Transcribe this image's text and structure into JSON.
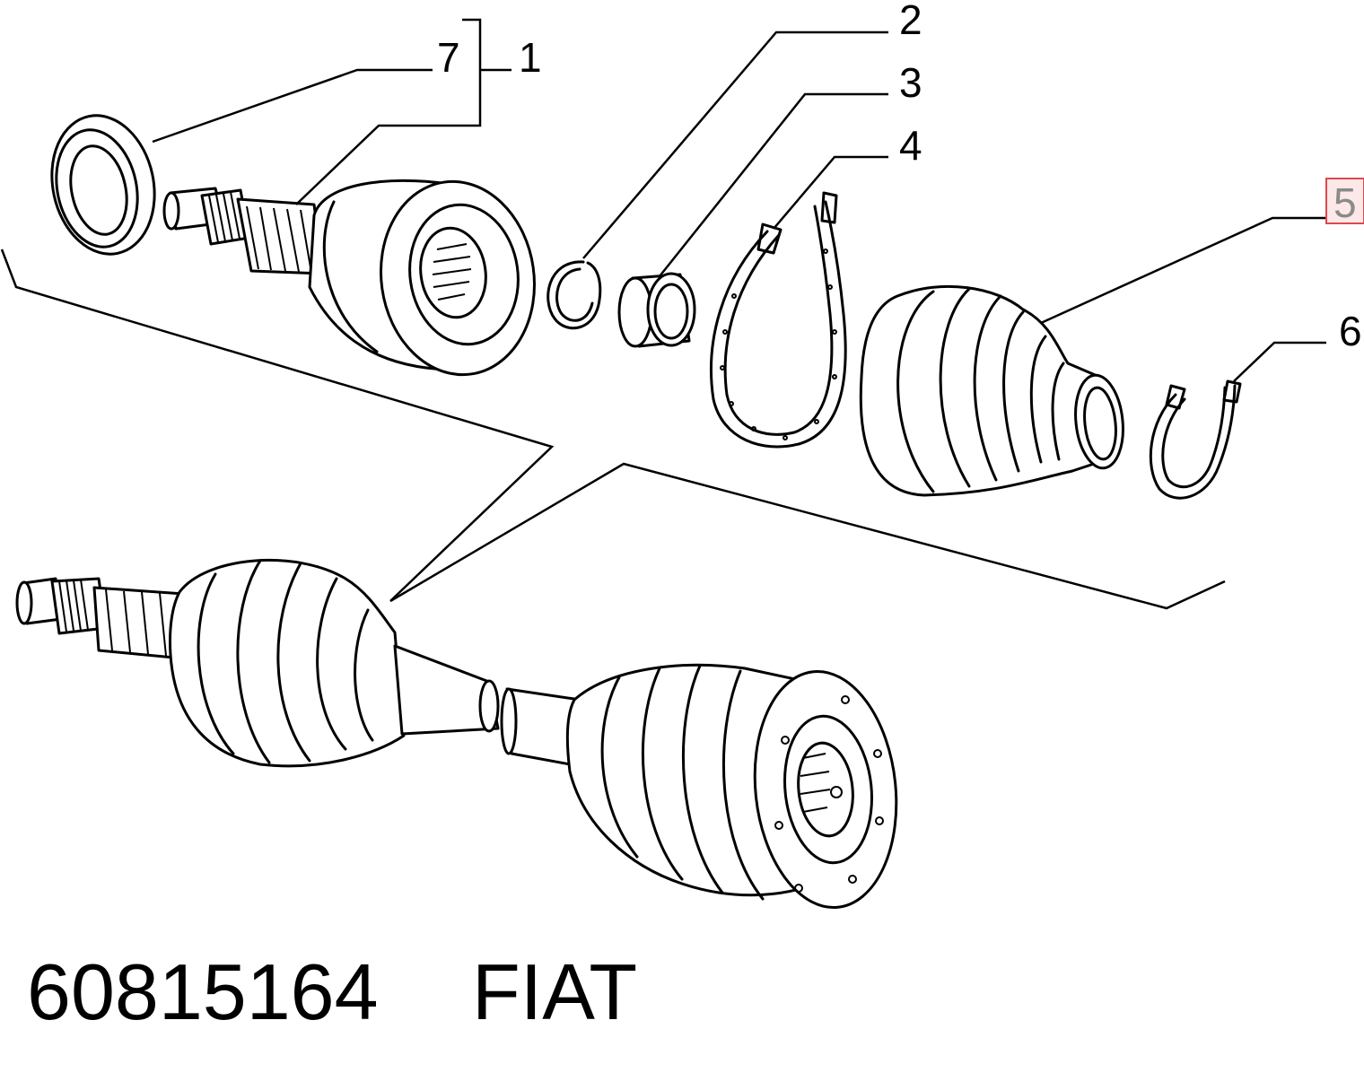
{
  "callouts": [
    {
      "id": "1",
      "label": "1"
    },
    {
      "id": "2",
      "label": "2"
    },
    {
      "id": "3",
      "label": "3"
    },
    {
      "id": "4",
      "label": "4"
    },
    {
      "id": "5",
      "label": "5",
      "highlighted": true
    },
    {
      "id": "6",
      "label": "6"
    },
    {
      "id": "7",
      "label": "7"
    }
  ],
  "caption": {
    "part_number": "60815164",
    "brand": "FIAT"
  },
  "colors": {
    "highlight_border": "#e0484f",
    "highlight_fill": "#fde8e8",
    "line": "#000000"
  }
}
